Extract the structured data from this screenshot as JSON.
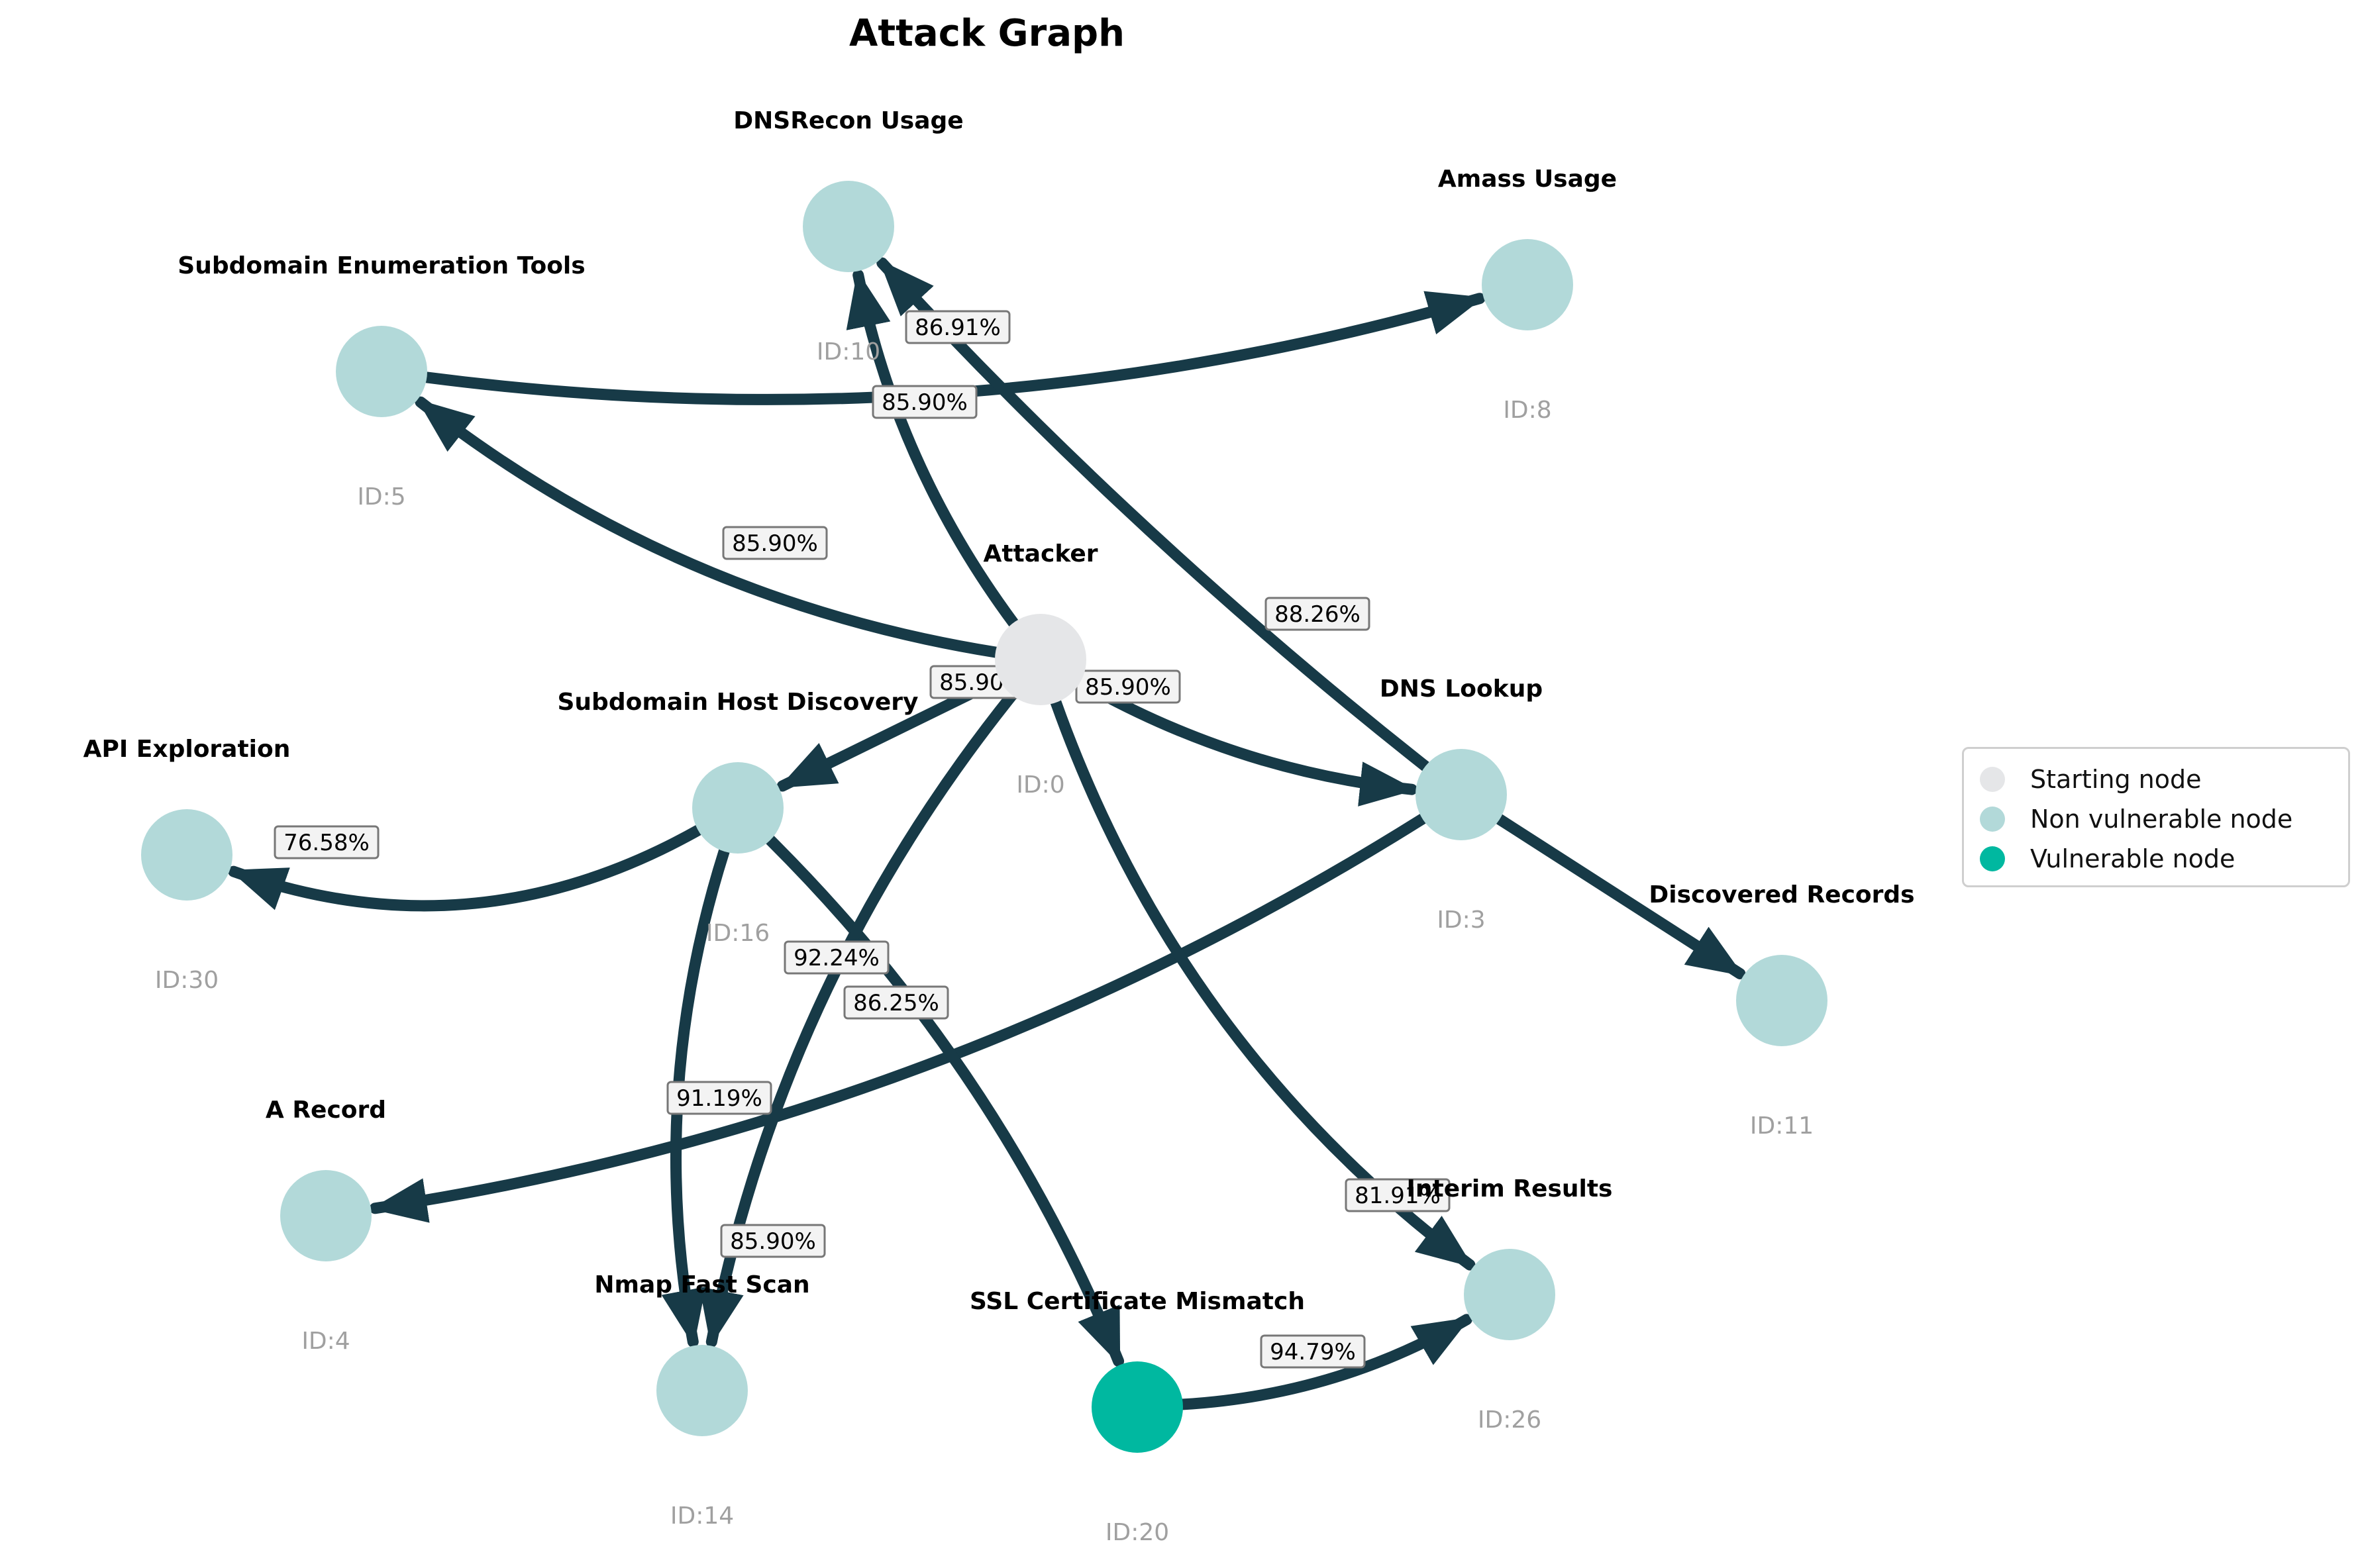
{
  "title": "Attack Graph",
  "colors": {
    "edge": "#173a47",
    "start": "#e5e6e8",
    "nonvuln": "#b2d9d9",
    "vuln": "#00b8a0",
    "id_label": "#a0a0a0",
    "pct_box_bg": "#f3f3f3",
    "pct_box_border": "#777777"
  },
  "legend": [
    {
      "label": "Starting node",
      "color": "#e5e6e8"
    },
    {
      "label": "Non vulnerable node",
      "color": "#b2d9d9"
    },
    {
      "label": "Vulnerable node",
      "color": "#00b8a0"
    }
  ],
  "nodes": [
    {
      "id": "ID:0",
      "name": "Attacker",
      "type": "start"
    },
    {
      "id": "ID:10",
      "name": "DNSRecon Usage",
      "type": "nonvuln"
    },
    {
      "id": "ID:8",
      "name": "Amass Usage",
      "type": "nonvuln"
    },
    {
      "id": "ID:5",
      "name": "Subdomain Enumeration Tools",
      "type": "nonvuln"
    },
    {
      "id": "ID:16",
      "name": "Subdomain Host Discovery",
      "type": "nonvuln"
    },
    {
      "id": "ID:3",
      "name": "DNS Lookup",
      "type": "nonvuln"
    },
    {
      "id": "ID:30",
      "name": "API Exploration",
      "type": "nonvuln"
    },
    {
      "id": "ID:11",
      "name": "Discovered Records",
      "type": "nonvuln"
    },
    {
      "id": "ID:4",
      "name": "A Record",
      "type": "nonvuln"
    },
    {
      "id": "ID:26",
      "name": "Interim Results",
      "type": "nonvuln"
    },
    {
      "id": "ID:14",
      "name": "Nmap Fast Scan",
      "type": "nonvuln"
    },
    {
      "id": "ID:20",
      "name": "SSL Certificate Mismatch",
      "type": "vuln"
    }
  ],
  "edges": [
    {
      "from": "ID:0",
      "to": "ID:10",
      "label": "86.91%"
    },
    {
      "from": "ID:0",
      "to": "ID:5",
      "label": "85.90%"
    },
    {
      "from": "ID:5",
      "to": "ID:8",
      "label": "85.90%"
    },
    {
      "from": "ID:3",
      "to": "ID:10",
      "label": "88.26%"
    },
    {
      "from": "ID:0",
      "to": "ID:16",
      "label": "85.90%"
    },
    {
      "from": "ID:0",
      "to": "ID:3",
      "label": "85.90%"
    },
    {
      "from": "ID:16",
      "to": "ID:30",
      "label": "76.58%"
    },
    {
      "from": "ID:3",
      "to": "ID:11",
      "label": ""
    },
    {
      "from": "ID:3",
      "to": "ID:4",
      "label": "92.24%"
    },
    {
      "from": "ID:16",
      "to": "ID:20",
      "label": "86.25%"
    },
    {
      "from": "ID:16",
      "to": "ID:14",
      "label": "91.19%"
    },
    {
      "from": "ID:0",
      "to": "ID:14",
      "label": "85.90%"
    },
    {
      "from": "ID:0",
      "to": "ID:26",
      "label": "81.91%"
    },
    {
      "from": "ID:20",
      "to": "ID:26",
      "label": "94.79%"
    }
  ]
}
